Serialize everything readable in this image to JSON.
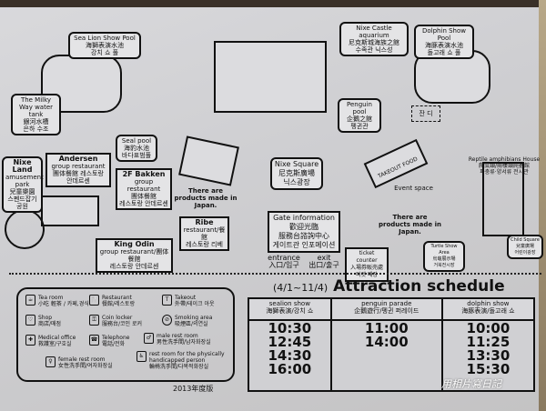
{
  "map": {
    "sea_lion_pool": {
      "en": "Sea Lion Show Pool",
      "zh": "海獅表演水池",
      "ko": "강치 쇼 풀"
    },
    "milky_way": {
      "en": "The Milky Way water tank",
      "zh": "銀河水槽",
      "ko": "은하 수조"
    },
    "nixe_castle": {
      "en": "Nixe Castle aquarium",
      "zh": "尼克斯城海族之館",
      "ko": "수족관 닉스성"
    },
    "dolphin_pool": {
      "en": "Dolphin Show Pool",
      "zh": "海豚表演水池",
      "ko": "돌고래 쇼 풀"
    },
    "penguin_pool": {
      "en": "Penguin pool",
      "zh": "企鵝之館",
      "ko": "펭귄관"
    },
    "lawn": "잔 디",
    "seal_pool": {
      "en": "Seal pool",
      "zh": "海豹水池",
      "ko": "바다표범풀"
    },
    "nixe_land": {
      "en": "Nixe Land",
      "sub": "amusement park",
      "zh": "兒童樂園",
      "ko": "스펜드잡기 공원"
    },
    "andersen": {
      "en": "Andersen",
      "sub": "group restaurant",
      "zh": "團体餐館",
      "ko": "레스토랑 안데르센"
    },
    "bakken": {
      "floor": "2F",
      "en": "Bakken",
      "sub": "group restaurant",
      "zh": "團体餐館",
      "ko": "레스토랑 안데르센"
    },
    "products_left": "There are products made in Japan.",
    "ribe": {
      "en": "Ribe",
      "sub": "restaurant/餐館",
      "ko": "레스토랑 리베"
    },
    "king_odin": {
      "en": "King Odin",
      "sub": "group restaurant/團体餐館",
      "ko": "레스토랑 안데르센"
    },
    "nixe_square": {
      "en": "Nixe Square",
      "zh": "尼克斯廣場",
      "ko": "닉스광장"
    },
    "takeout_food": "TAKEOUT FOOD",
    "event_space": "Event space",
    "products_right": "There are products made in Japan.",
    "reptile_house": {
      "en": "Reptile amphibians House",
      "zh": "爬虫類/兩棲類爬蟲館",
      "ko": "파충류·양서류 전시관"
    },
    "gate_info": {
      "en": "Gate information",
      "zh1": "歡迎光臨",
      "zh2": "服務台諮詢中心",
      "ko": "게이트관 인포메이션"
    },
    "entrance": {
      "en": "entrance",
      "sub": "入口/입구"
    },
    "exit": {
      "en": "exit",
      "sub": "出口/출구"
    },
    "ticket_counter": {
      "en": "ticket counter",
      "zh": "入場券販売處",
      "ko": "티켓 매장"
    },
    "turtle_show": {
      "en": "Turtle Show Area",
      "zh": "烏龜展示場",
      "ko": "거북전시장"
    },
    "child_square": {
      "en": "Child Square",
      "zh": "兒童廣場",
      "ko": "어린이광장"
    }
  },
  "schedule": {
    "period": "(4/1~11/4)",
    "title": "Attraction schedule",
    "columns": [
      {
        "en": "sealion show",
        "local": "海獅表演/강치 쇼",
        "times": [
          "10:30",
          "12:45",
          "14:30",
          "16:00"
        ]
      },
      {
        "en": "penguin parade",
        "local": "企鵝遊行/펭귄 퍼레이드",
        "times": [
          "11:00",
          "14:00"
        ]
      },
      {
        "en": "dolphin show",
        "local": "海豚表演/돌고래 쇼",
        "times": [
          "10:00",
          "11:25",
          "13:30",
          "15:30"
        ]
      }
    ]
  },
  "legend": {
    "items": [
      {
        "icon": "cup-icon",
        "glyph": "☕",
        "en": "Tea room",
        "local": "小吃 輕茶 / 카페,경식"
      },
      {
        "icon": "fork-knife-icon",
        "glyph": "🍴",
        "en": "Restaurant",
        "local": "餐館/레스토랑"
      },
      {
        "icon": "takeout-icon",
        "glyph": "T",
        "en": "Takeout",
        "local": "外帶/테이크 아웃"
      },
      {
        "icon": "heart-shop-icon",
        "glyph": "♡",
        "en": "Shop",
        "local": "商店/매점"
      },
      {
        "icon": "key-icon",
        "glyph": "⚿",
        "en": "Coin locker",
        "local": "服務台/코인 로커"
      },
      {
        "icon": "smoking-icon",
        "glyph": "⊘",
        "en": "Smoking area",
        "local": "吸煙區/의연실"
      },
      {
        "icon": "medical-icon",
        "glyph": "✚",
        "en": "Medical office",
        "local": "救護室/구호실"
      },
      {
        "icon": "telephone-icon",
        "glyph": "☎",
        "en": "Telephone",
        "local": "電話/전화"
      },
      {
        "icon": "male-icon",
        "glyph": "♂",
        "en": "male rest room",
        "local": "男性洗手間/남자화장실"
      },
      {
        "icon": "female-icon",
        "glyph": "♀",
        "en": "female rest room",
        "local": "女性洗手間/여자화장실"
      },
      {
        "icon": "wheelchair-icon",
        "glyph": "♿",
        "en": "rest room for the physically handicapped person",
        "local": "輪椅洗手間/다목적화장실"
      }
    ],
    "edition": "2013年度版"
  },
  "watermark": "用相片寫日記"
}
